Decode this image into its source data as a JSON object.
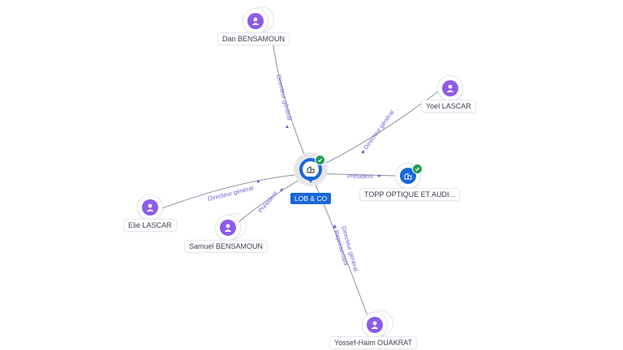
{
  "center": {
    "label": "LOB & CO",
    "icon": "building-icon",
    "verified": true,
    "color": "#1a67d8"
  },
  "persons": [
    {
      "id": "dan",
      "name": "Dan BENSAMOUN",
      "icon": "person-icon"
    },
    {
      "id": "yoel",
      "name": "Yoel LASCAR",
      "icon": "person-icon"
    },
    {
      "id": "elie",
      "name": "Elie LASCAR",
      "icon": "person-icon"
    },
    {
      "id": "samuel",
      "name": "Samuel BENSAMOUN",
      "icon": "person-icon"
    },
    {
      "id": "yossef",
      "name": "Yossef-Haim OUAKRAT",
      "icon": "person-icon"
    }
  ],
  "companies": [
    {
      "id": "topp",
      "name": "TOPP OPTIQUE ET AUDI...",
      "icon": "building-icon",
      "verified": true
    }
  ],
  "edges": {
    "dan": [
      "Directeur général"
    ],
    "yoel": [
      "Directeur général"
    ],
    "elie": [
      "Directeur général"
    ],
    "samuel": [
      "Président"
    ],
    "yossef": [
      "Directeur général",
      "Représentant"
    ],
    "topp": [
      "Président"
    ]
  },
  "colors": {
    "person": "#8e5be8",
    "company": "#1a67d8",
    "verified": "#1f9d55",
    "edge_label": "#6b63d6"
  }
}
